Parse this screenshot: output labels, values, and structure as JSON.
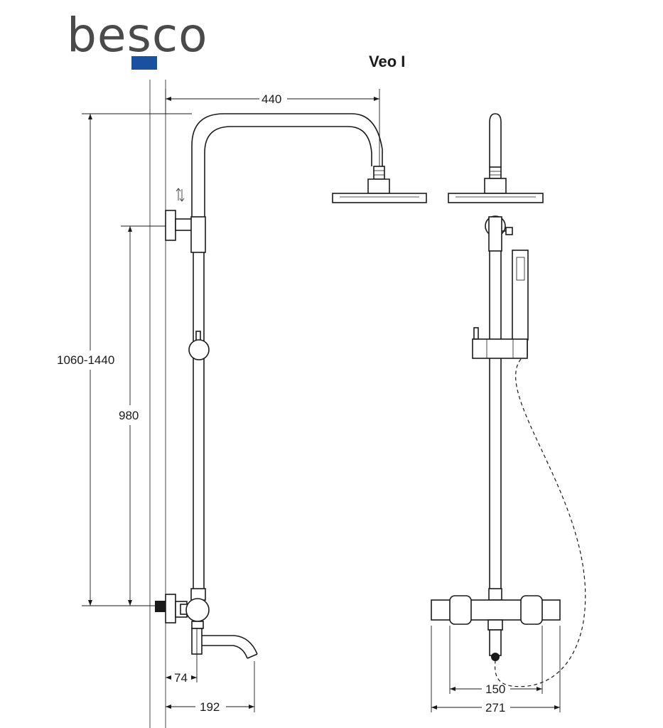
{
  "brand": {
    "logo_text": "besco",
    "logo_accent": "#1b4fa0",
    "logo_grey": "#4a4a4a"
  },
  "product": {
    "name": "Veo I"
  },
  "dimensions": {
    "top_width": "440",
    "total_height": "1060-1440",
    "rail_height": "980",
    "spout_offset": "74",
    "spout_reach": "192",
    "mixer_spacing": "150",
    "mixer_width": "271"
  },
  "icons": {
    "adjust_arrows": "up-down-arrows-icon"
  }
}
